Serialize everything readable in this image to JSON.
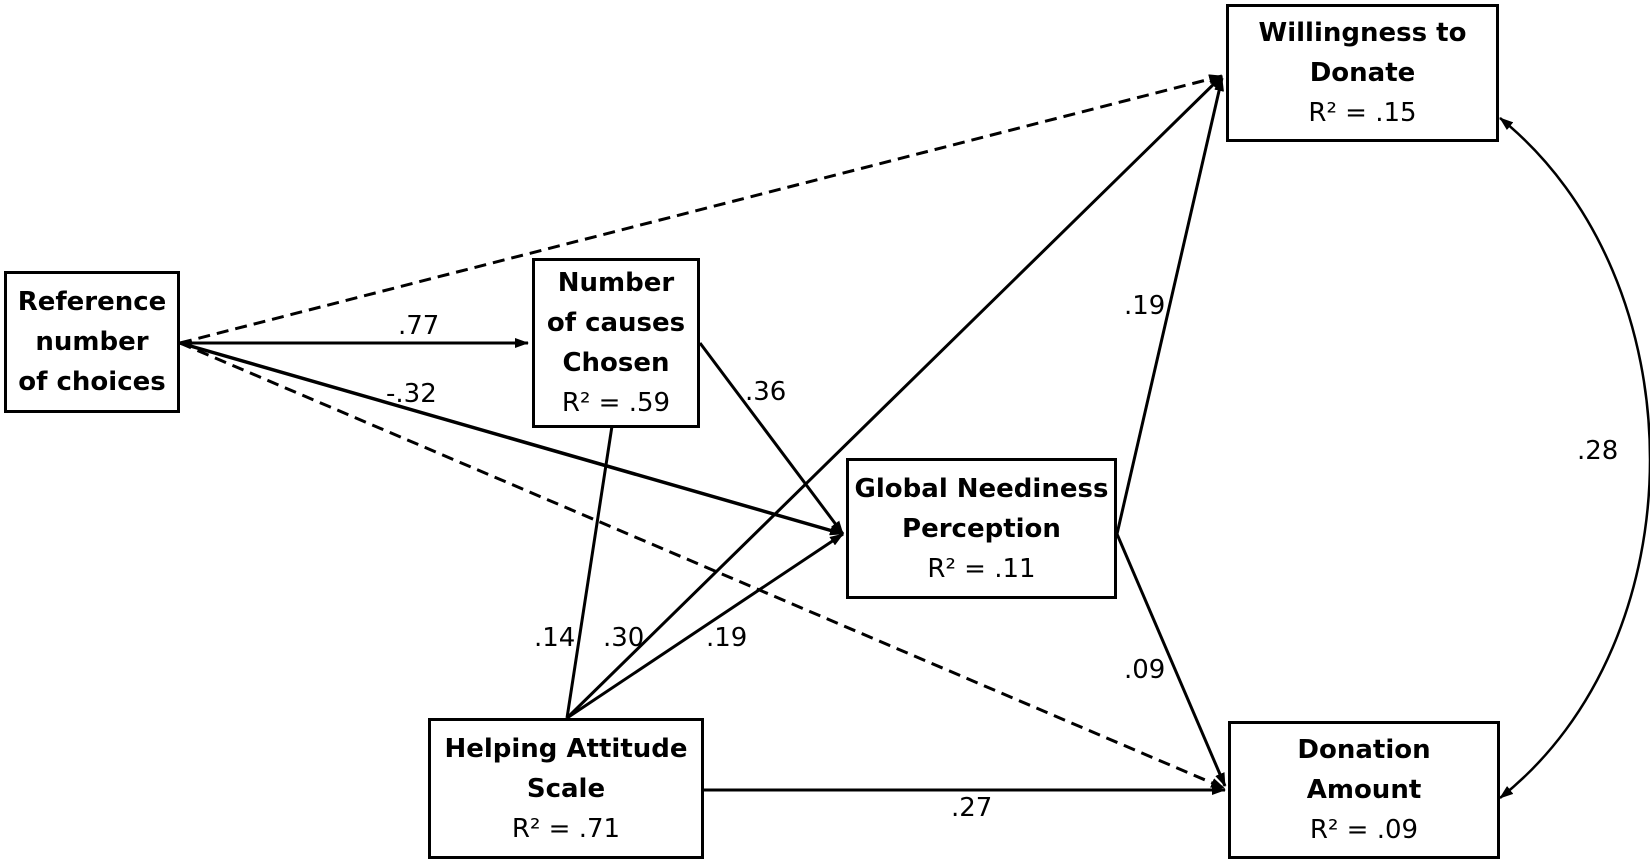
{
  "nodes": {
    "reference": {
      "title": "Reference\nnumber\nof choices",
      "r2": ""
    },
    "number_causes": {
      "title": "Number\nof causes\nChosen",
      "r2": "R² = .59"
    },
    "global_neediness": {
      "title": "Global Neediness\nPerception",
      "r2": "R² = .11"
    },
    "helping_attitude": {
      "title": "Helping Attitude\nScale",
      "r2": "R² = .71"
    },
    "willingness": {
      "title": "Willingness to\nDonate",
      "r2": "R² = .15"
    },
    "donation": {
      "title": "Donation\nAmount",
      "r2": "R² = .09"
    }
  },
  "paths": [
    {
      "id": "ref-to-causes",
      "from": "reference",
      "to": "number_causes",
      "coefficient": ".77",
      "style": "solid"
    },
    {
      "id": "ref-to-neediness",
      "from": "reference",
      "to": "global_neediness",
      "coefficient": "-.32",
      "style": "solid"
    },
    {
      "id": "ref-to-willingness",
      "from": "reference",
      "to": "willingness",
      "coefficient": "",
      "style": "dashed"
    },
    {
      "id": "ref-to-donation",
      "from": "reference",
      "to": "donation",
      "coefficient": "",
      "style": "dashed"
    },
    {
      "id": "causes-to-neediness",
      "from": "number_causes",
      "to": "global_neediness",
      "coefficient": ".36",
      "style": "solid"
    },
    {
      "id": "helping-to-causes",
      "from": "helping_attitude",
      "to": "number_causes",
      "coefficient": ".14",
      "style": "solid"
    },
    {
      "id": "helping-to-willingness",
      "from": "helping_attitude",
      "to": "willingness",
      "coefficient": ".30",
      "style": "solid"
    },
    {
      "id": "helping-to-neediness",
      "from": "helping_attitude",
      "to": "global_neediness",
      "coefficient": ".19",
      "style": "solid"
    },
    {
      "id": "helping-to-donation",
      "from": "helping_attitude",
      "to": "donation",
      "coefficient": ".27",
      "style": "solid"
    },
    {
      "id": "neediness-to-willingness",
      "from": "global_neediness",
      "to": "willingness",
      "coefficient": ".19",
      "style": "solid"
    },
    {
      "id": "neediness-to-donation",
      "from": "global_neediness",
      "to": "donation",
      "coefficient": ".09",
      "style": "solid"
    },
    {
      "id": "willingness-donation-covariance",
      "from": "willingness",
      "to": "donation",
      "coefficient": ".28",
      "style": "curved-double-headed"
    }
  ]
}
